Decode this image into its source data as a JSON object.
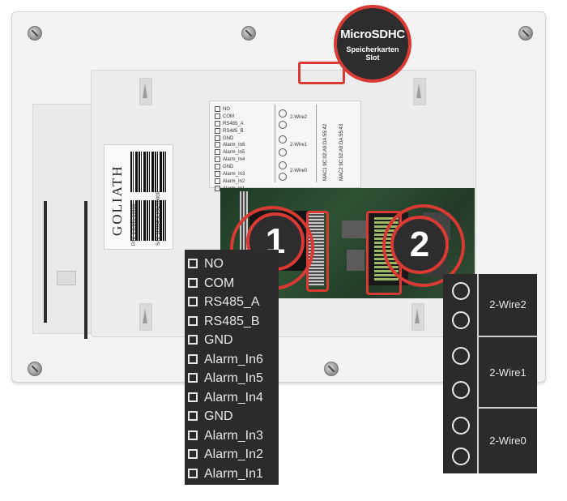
{
  "badge": {
    "title": "MicroSDHC",
    "subtitle_line1": "Speicherkarten",
    "subtitle_line2": "Slot"
  },
  "callouts": [
    "1",
    "2"
  ],
  "device_label": {
    "brand": "GOLIATH",
    "pn_label": "P/N:",
    "pn_value": "1.0.015.10166",
    "sn_label": "S/N:",
    "sn_value": "1C004SEPAZ00009"
  },
  "sticker": {
    "terminals": [
      "NO",
      "COM",
      "RS485_A",
      "RS485_B",
      "GND",
      "Alarm_In6",
      "Alarm_In5",
      "Alarm_In4",
      "GND",
      "Alarm_In3",
      "Alarm_In2",
      "Alarm_In1"
    ],
    "wires": [
      "2-Wire2",
      "2-Wire1",
      "2-Wire0"
    ],
    "mac1_label": "MAC1",
    "mac1_value": "9C:02:A9:DA:55:42",
    "mac2_label": "MAC2",
    "mac2_value": "9C:02:A9:DA:55:43"
  },
  "left_legend": [
    "NO",
    "COM",
    "RS485_A",
    "RS485_B",
    "GND",
    "Alarm_In6",
    "Alarm_In5",
    "Alarm_In4",
    "GND",
    "Alarm_In3",
    "Alarm_In2",
    "Alarm_In1"
  ],
  "right_legend": [
    "2-Wire2",
    "2-Wire1",
    "2-Wire0"
  ],
  "colors": {
    "highlight": "#d93a34",
    "legend_bg": "#2b2b2b",
    "pcb": "#2e5234"
  }
}
